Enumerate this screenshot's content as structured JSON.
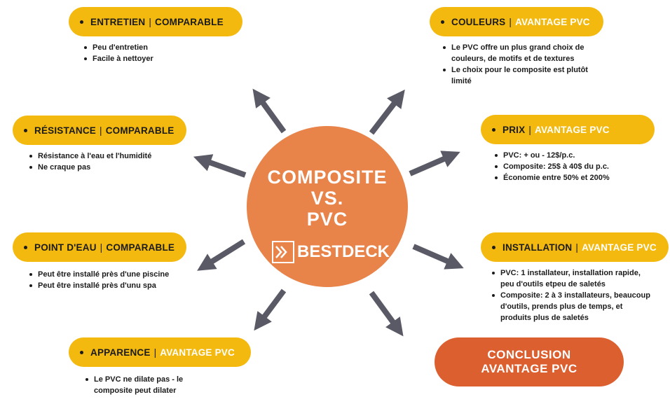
{
  "center": {
    "line1": "COMPOSITE",
    "line2": "VS.",
    "line3": "PVC",
    "logo": "BESTDECK"
  },
  "nodes": {
    "entretien": {
      "label": "ENTRETIEN",
      "verdict": "COMPARABLE",
      "items": [
        "Peu d'entretien",
        "Facile à nettoyer"
      ]
    },
    "resistance": {
      "label": "RÉSISTANCE",
      "verdict": "COMPARABLE",
      "items": [
        "Résistance à l'eau et l'humidité",
        "Ne craque pas"
      ]
    },
    "point_eau": {
      "label": "POINT D'EAU",
      "verdict": "COMPARABLE",
      "items": [
        "Peut être installé près d'une piscine",
        "Peut être installé près d'unu spa"
      ]
    },
    "apparence": {
      "label": "APPARENCE",
      "verdict": "AVANTAGE PVC",
      "items": [
        "Le PVC ne dilate pas - le composite peut dilater"
      ]
    },
    "couleurs": {
      "label": "COULEURS",
      "verdict": "AVANTAGE PVC",
      "items": [
        "Le PVC offre un plus grand choix de couleurs, de motifs et de textures",
        "Le choix pour le composite est plutôt limité"
      ]
    },
    "prix": {
      "label": "PRIX",
      "verdict": "AVANTAGE PVC",
      "items": [
        "PVC: + ou - 12$/p.c.",
        "Composite: 25$ à 40$ du p.c.",
        "Économie entre 50% et 200%"
      ]
    },
    "installation": {
      "label": "INSTALLATION",
      "verdict": "AVANTAGE PVC",
      "items": [
        "PVC: 1 installateur, installation rapide, peu d'outils etpeu de saletés",
        "Composite: 2 à 3 installateurs, beaucoup d'outils, prends plus de temps, et produits plus de saletés"
      ]
    }
  },
  "conclusion": {
    "line1": "CONCLUSION",
    "line2": "AVANTAGE PVC"
  },
  "colors": {
    "pill": "#f3b90f",
    "center": "#e8834a",
    "conclusion": "#dc5f30",
    "arrow": "#5a5a66"
  }
}
